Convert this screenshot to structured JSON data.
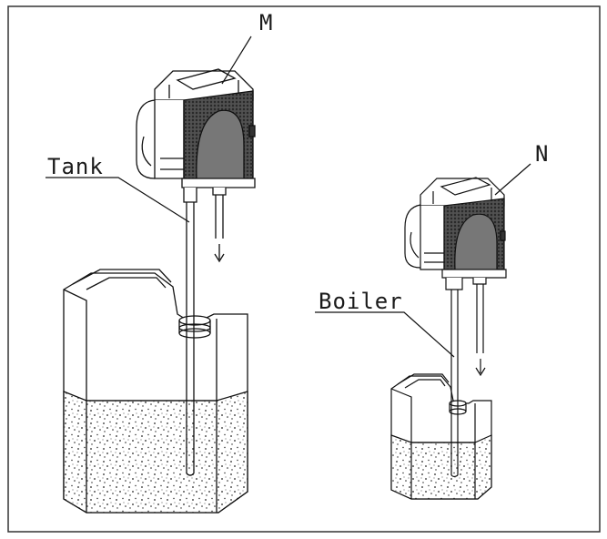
{
  "labels": {
    "pump_m": "M",
    "pump_n": "N",
    "container_tank": "Tank",
    "container_boiler": "Boiler"
  }
}
